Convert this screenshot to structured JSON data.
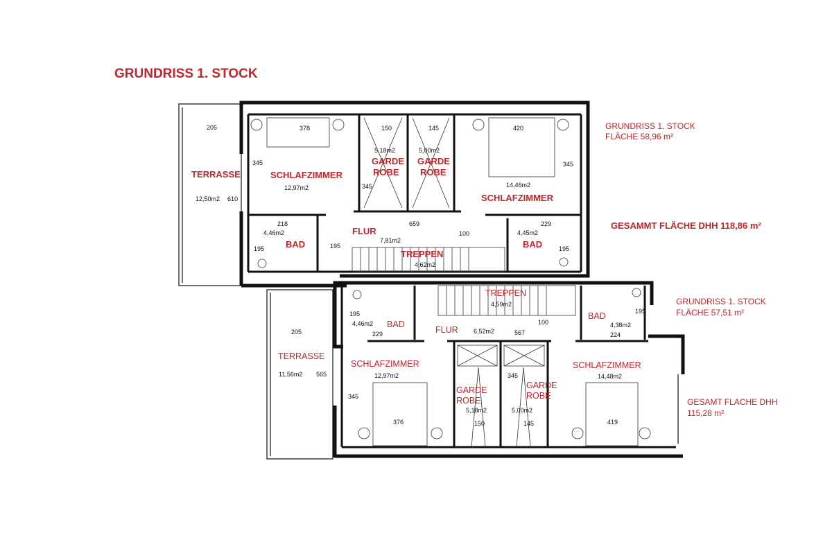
{
  "title": "GRUNDRISS  1. STOCK",
  "colors": {
    "label_red": "#c0262c",
    "wall": "#111111"
  },
  "unit_a": {
    "info_title": "GRUNDRISS  1.  STOCK",
    "info_area": "FLÄCHE  58,96 m²",
    "total": "GESAMMT  FLÄCHE DHH  118,86 m²",
    "rooms": {
      "terrasse": "TERRASSE",
      "terrasse_area": "12,50m2",
      "terrasse_dim_w": "205",
      "terrasse_dim_h": "610",
      "schlaf1": "SCHLAFZIMMER",
      "schlaf1_area": "12,97m2",
      "schlaf1_dim_w": "378",
      "schlaf1_dim_h": "345",
      "garde1_a": "GARDE",
      "garde1_b": "ROBE",
      "garde1_area": "5,18m2",
      "garde1_dim": "150",
      "garde_dim_h": "345",
      "garde2_a": "GARDE",
      "garde2_b": "ROBE",
      "garde2_area": "5,00m2",
      "garde2_dim": "145",
      "schlaf2": "SCHLAFZIMMER",
      "schlaf2_area": "14,46m2",
      "schlaf2_dim_w": "420",
      "schlaf2_dim_h": "345",
      "bad1": "BAD",
      "bad1_area": "4,46m2",
      "bad1_dim_w": "218",
      "bad1_dim_h": "195",
      "bad1_dim_h2": "195",
      "flur": "FLUR",
      "flur_area": "7,81m2",
      "flur_dim": "659",
      "flur_dim_h": "100",
      "treppen": "TREPPEN",
      "treppen_area": "4,62m2",
      "bad2": "BAD",
      "bad2_area": "4,45m2",
      "bad2_dim_w": "229",
      "bad2_dim_h": "195"
    }
  },
  "unit_b": {
    "info_title": "GRUNDRISS  1. STOCK",
    "info_area": "FLÄCHE  57,51 m²",
    "total_a": "GESAMT FLACHE DHH",
    "total_b": "115,28 m²",
    "rooms": {
      "terrasse": "TERRASSE",
      "terrasse_area": "11,56m2",
      "terrasse_dim_w": "205",
      "terrasse_dim_h": "565",
      "bad1": "BAD",
      "bad1_area": "4,46m2",
      "bad1_dim_w": "229",
      "bad1_dim_h": "195",
      "treppen": "TREPPEN",
      "treppen_area": "4,59m2",
      "flur": "FLUR",
      "flur_area": "6,52m2",
      "flur_dim": "567",
      "flur_dim_h": "100",
      "bad2": "BAD",
      "bad2_area": "4,38m2",
      "bad2_dim_w": "224",
      "bad2_dim_h": "195",
      "schlaf1": "SCHLAFZIMMER",
      "schlaf1_area": "12,97m2",
      "schlaf1_dim_w": "376",
      "schlaf1_dim_h": "345",
      "garde1_a": "GARDE",
      "garde1_b": "ROBE",
      "garde1_area": "5,18m2",
      "garde1_dim": "150",
      "garde2_a": "GARDE",
      "garde2_b": "ROBE",
      "garde2_area": "5,00m2",
      "garde2_dim": "145",
      "garde_dim_h": "345",
      "schlaf2": "SCHLAFZIMMER",
      "schlaf2_area": "14,48m2",
      "schlaf2_dim_w": "419"
    }
  }
}
